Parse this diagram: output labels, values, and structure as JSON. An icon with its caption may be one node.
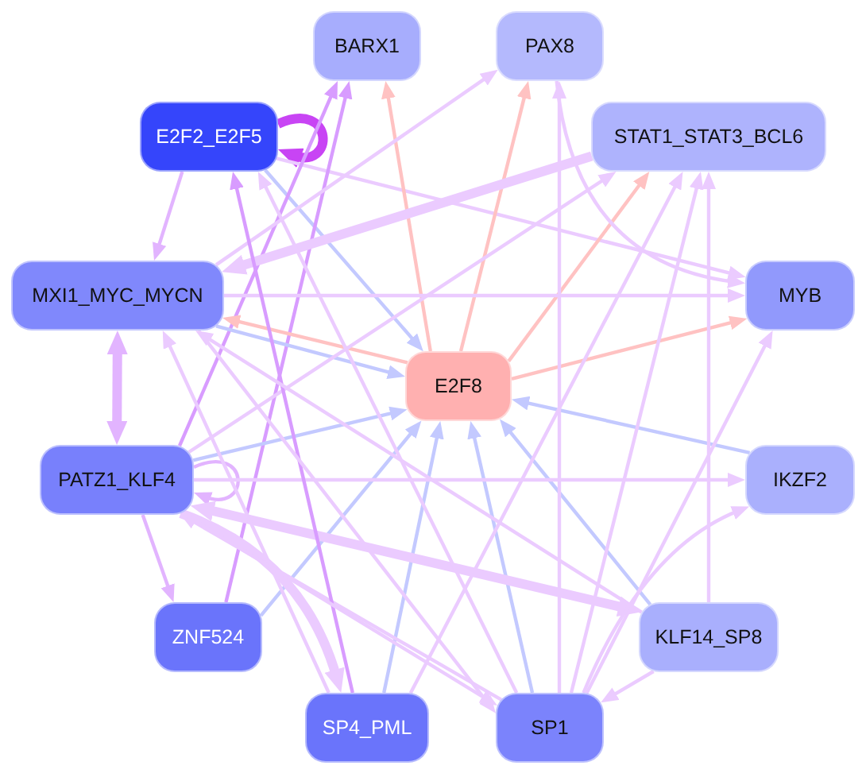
{
  "diagram": {
    "nodes": [
      {
        "text": [
          "BARX1"
        ]
      },
      {
        "text": [
          "PAX8"
        ]
      },
      {
        "text": [
          "E2F2_E2F5"
        ]
      },
      {
        "text": [
          "STAT1_STAT3_BCL6"
        ]
      },
      {
        "text": [
          "MXI1_MYC_MYCN"
        ]
      },
      {
        "text": [
          "MYB"
        ]
      },
      {
        "text": [
          "E2F8"
        ]
      },
      {
        "text": [
          "PATZ1_KLF4"
        ]
      },
      {
        "text": [
          "IKZF2"
        ]
      },
      {
        "text": [
          "ZNF524"
        ]
      },
      {
        "text": [
          "KLF14_SP8"
        ]
      },
      {
        "text": [
          "SP4_PML"
        ]
      },
      {
        "text": [
          "SP1"
        ]
      }
    ],
    "edges": [
      {
        "from": 2,
        "to": 2,
        "arrow": "to",
        "style": "thick",
        "color": "#c844f4"
      },
      {
        "from": 2,
        "to": 4,
        "arrow": "to",
        "color": "#e2b4ff"
      },
      {
        "from": 2,
        "to": 5,
        "arrow": "to"
      },
      {
        "from": 2,
        "to": 6,
        "arrow": "to",
        "color": "#c3c9ff"
      },
      {
        "from": 7,
        "to": 0,
        "arrow": "to",
        "color": "#d89cff"
      },
      {
        "from": 9,
        "to": 0,
        "arrow": "to",
        "color": "#d89cff"
      },
      {
        "from": 6,
        "to": 0,
        "arrow": "to",
        "color": "#ffc2c2"
      },
      {
        "from": 6,
        "to": 1,
        "arrow": "to",
        "color": "#ffc2c2"
      },
      {
        "from": 6,
        "to": 3,
        "arrow": "to",
        "color": "#ffc2c2"
      },
      {
        "from": 6,
        "to": 5,
        "arrow": "to",
        "color": "#ffc2c2"
      },
      {
        "from": 6,
        "to": 4,
        "arrow": "to",
        "color": "#ffc2c2"
      },
      {
        "from": 4,
        "to": 6,
        "arrow": "to",
        "color": "#c3c9ff"
      },
      {
        "from": 7,
        "to": 6,
        "arrow": "to",
        "color": "#c3c9ff"
      },
      {
        "from": 9,
        "to": 6,
        "arrow": "to",
        "color": "#c3c9ff"
      },
      {
        "from": 11,
        "to": 6,
        "arrow": "to",
        "color": "#c3c9ff"
      },
      {
        "from": 12,
        "to": 6,
        "arrow": "to",
        "color": "#c3c9ff"
      },
      {
        "from": 10,
        "to": 6,
        "arrow": "to",
        "color": "#c3c9ff"
      },
      {
        "from": 8,
        "to": 6,
        "arrow": "to",
        "color": "#c3c9ff"
      },
      {
        "from": 4,
        "to": 1,
        "arrow": "to"
      },
      {
        "from": 3,
        "to": 4,
        "arrow": "to",
        "style": "thick"
      },
      {
        "from": 4,
        "to": 5,
        "arrow": "to"
      },
      {
        "from": 4,
        "to": 7,
        "arrow": "both",
        "style": "thick",
        "color": "#e2b4ff"
      },
      {
        "from": 1,
        "to": 5,
        "arrow": "to"
      },
      {
        "from": 12,
        "to": 1,
        "arrow": "to"
      },
      {
        "from": 7,
        "to": 3,
        "arrow": "to"
      },
      {
        "from": 11,
        "to": 3,
        "arrow": "to"
      },
      {
        "from": 12,
        "to": 3,
        "arrow": "to"
      },
      {
        "from": 10,
        "to": 3,
        "arrow": "to"
      },
      {
        "from": 7,
        "to": 7,
        "arrow": "to",
        "color": "#e2b4ff"
      },
      {
        "from": 7,
        "to": 9,
        "arrow": "to",
        "color": "#e2b4ff"
      },
      {
        "from": 7,
        "to": 8,
        "arrow": "to"
      },
      {
        "from": 7,
        "to": 10,
        "arrow": "both",
        "style": "thick"
      },
      {
        "from": 7,
        "to": 11,
        "arrow": "to",
        "style": "thick"
      },
      {
        "from": 12,
        "to": 7,
        "arrow": "to"
      },
      {
        "from": 11,
        "to": 2,
        "arrow": "to",
        "color": "#d89cff"
      },
      {
        "from": 12,
        "to": 2,
        "arrow": "to"
      },
      {
        "from": 12,
        "to": 5,
        "arrow": "to"
      },
      {
        "from": 12,
        "to": 8,
        "arrow": "to"
      },
      {
        "from": 10,
        "to": 12,
        "arrow": "to"
      },
      {
        "from": 10,
        "to": 4,
        "arrow": "to"
      },
      {
        "from": 11,
        "to": 4,
        "arrow": "to"
      },
      {
        "from": 4,
        "to": 12,
        "arrow": "to"
      },
      {
        "from": 7,
        "to": 12,
        "arrow": "to"
      }
    ]
  }
}
